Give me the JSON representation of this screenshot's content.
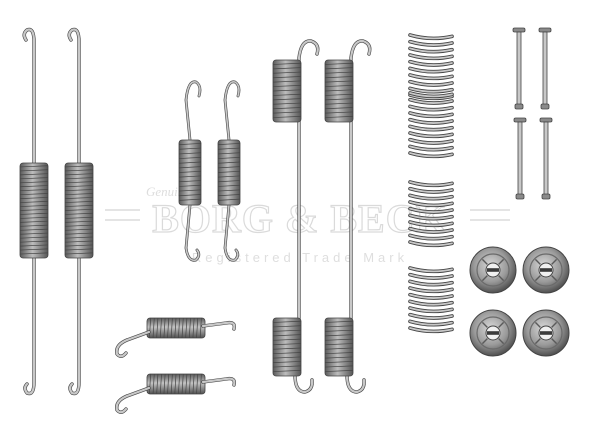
{
  "watermark": {
    "script": "Genuine",
    "brand": "BORG & BECK",
    "tagline": "Registered Trade Mark"
  },
  "parts": [
    {
      "name": "long-shoe-spring-left",
      "kind": "long-spring"
    },
    {
      "name": "long-shoe-spring-right",
      "kind": "long-spring"
    },
    {
      "name": "small-spring-left",
      "kind": "small-spring"
    },
    {
      "name": "small-spring-right",
      "kind": "small-spring"
    },
    {
      "name": "hook-spring-left",
      "kind": "hook-spring"
    },
    {
      "name": "hook-spring-right",
      "kind": "hook-spring"
    },
    {
      "name": "compression-spring-1",
      "kind": "compression-spring"
    },
    {
      "name": "compression-spring-2",
      "kind": "compression-spring"
    },
    {
      "name": "compression-spring-3",
      "kind": "compression-spring"
    },
    {
      "name": "compression-spring-4",
      "kind": "compression-spring"
    },
    {
      "name": "retaining-pin-1",
      "kind": "pin"
    },
    {
      "name": "retaining-pin-2",
      "kind": "pin"
    },
    {
      "name": "retaining-pin-3",
      "kind": "pin"
    },
    {
      "name": "retaining-pin-4",
      "kind": "pin"
    },
    {
      "name": "horizontal-spring-top",
      "kind": "horizontal-spring"
    },
    {
      "name": "horizontal-spring-bottom",
      "kind": "horizontal-spring"
    },
    {
      "name": "retaining-cup-1",
      "kind": "cup"
    },
    {
      "name": "retaining-cup-2",
      "kind": "cup"
    },
    {
      "name": "retaining-cup-3",
      "kind": "cup"
    },
    {
      "name": "retaining-cup-4",
      "kind": "cup"
    }
  ],
  "colors": {
    "metal": "#8a8a8a",
    "metal_dark": "#444444",
    "metal_light": "#c8c8c8",
    "watermark": "#d9d9d9"
  }
}
